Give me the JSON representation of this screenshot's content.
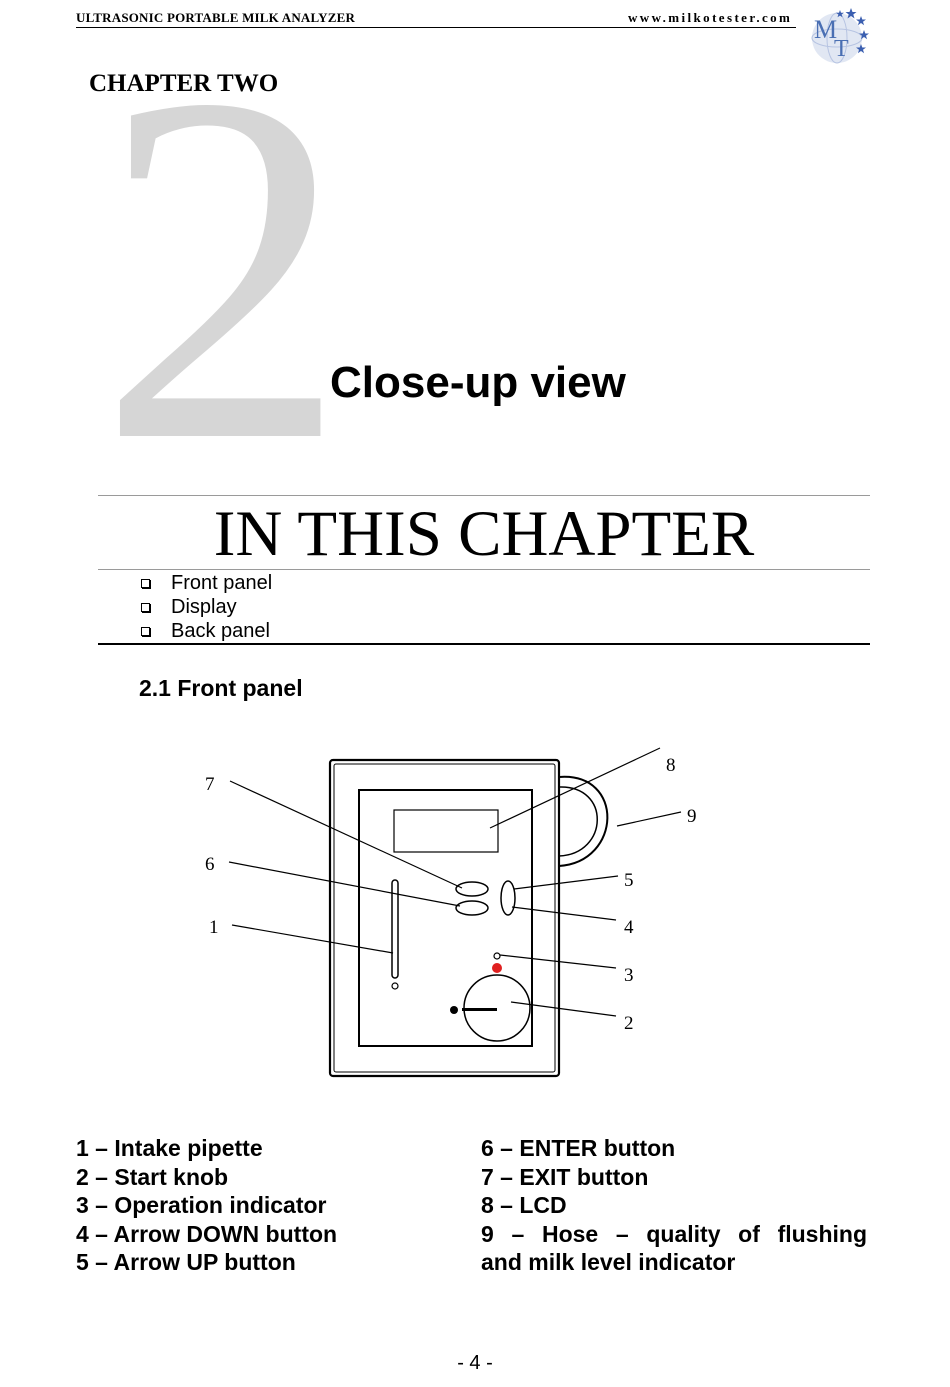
{
  "header": {
    "left_text": "ULTRASONIC PORTABLE MILK ANALYZER",
    "right_text": "www.milkotester.com",
    "logo_text": "MT",
    "logo_colors": {
      "letters": "#4a6fb3",
      "stars": "#3b5fb0",
      "globe": "#c9d4ea"
    }
  },
  "chapter": {
    "label": "CHAPTER TWO",
    "number": "2",
    "title": "Close-up view"
  },
  "in_this_chapter": {
    "heading": "IN THIS CHAPTER",
    "items": [
      "Front panel",
      "Display",
      "Back panel"
    ]
  },
  "section": {
    "title": "2.1 Front panel"
  },
  "diagram": {
    "callouts": [
      "1",
      "2",
      "3",
      "4",
      "5",
      "6",
      "7",
      "8",
      "9"
    ],
    "indicator_color": "#e02020"
  },
  "legend": {
    "left": [
      "1 – Intake pipette",
      "2 – Start knob",
      "3 – Operation indicator",
      "4 – Arrow DOWN button",
      "5 – Arrow UP button"
    ],
    "right": [
      "6 – ENTER button",
      "7 – EXIT button",
      "8 – LCD"
    ],
    "right_wrap_line1": "9 – Hose – quality of flushing",
    "right_wrap_line2": "and milk level indicator"
  },
  "footer": {
    "page_number": "- 4 -"
  }
}
